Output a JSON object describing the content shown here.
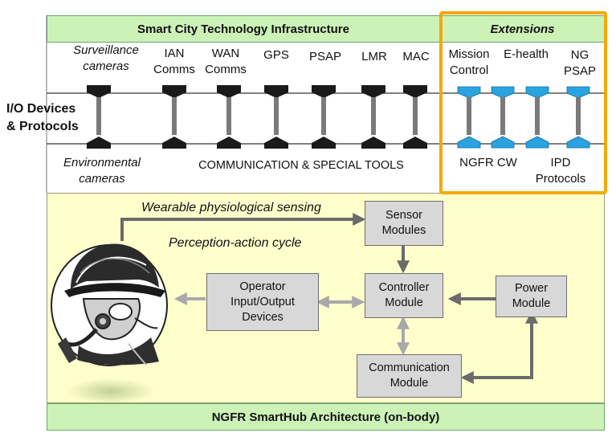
{
  "infrastructure": {
    "title": "Smart City Technology Infrastructure",
    "extensions_title": "Extensions",
    "io_label": "I/O Devices\n& Protocols",
    "top_labels": {
      "surveillance": "Surveillance\ncameras",
      "ian": "IAN\nComms",
      "wan": "WAN\nComms",
      "gps": "GPS",
      "psap": "PSAP",
      "lmr": "LMR",
      "mac": "MAC"
    },
    "extension_labels": {
      "mission": "Mission\nControl",
      "ehealth": "E-health",
      "ngpsap": "NG\nPSAP"
    },
    "bottom_labels": {
      "environmental": "Environmental\ncameras",
      "comm_tools": "COMMUNICATION & SPECIAL TOOLS",
      "ngfr_cw": "NGFR CW",
      "ipd": "IPD\nProtocols"
    }
  },
  "architecture": {
    "title": "NGFR SmartHub Architecture (on-body)",
    "wearable_label": "Wearable physiological sensing",
    "cycle_label": "Perception-action cycle",
    "boxes": {
      "sensor": "Sensor\nModules",
      "controller": "Controller\nModule",
      "operator": "Operator\nInput/Output\nDevices",
      "power": "Power\nModule",
      "communication": "Communication\nModule"
    }
  },
  "colors": {
    "banner_fill": "#ccf2b8",
    "lower_panel_fill": "#ffffcc",
    "extension_border": "#f5a800",
    "connector_black": "#1a1a1a",
    "connector_blue": "#2aa3e0",
    "arrow_dark": "#6b6b6b",
    "arrow_light": "#a9a9a9"
  },
  "icons": {
    "firefighter": "firefighter-helmet-mask-illustration"
  }
}
